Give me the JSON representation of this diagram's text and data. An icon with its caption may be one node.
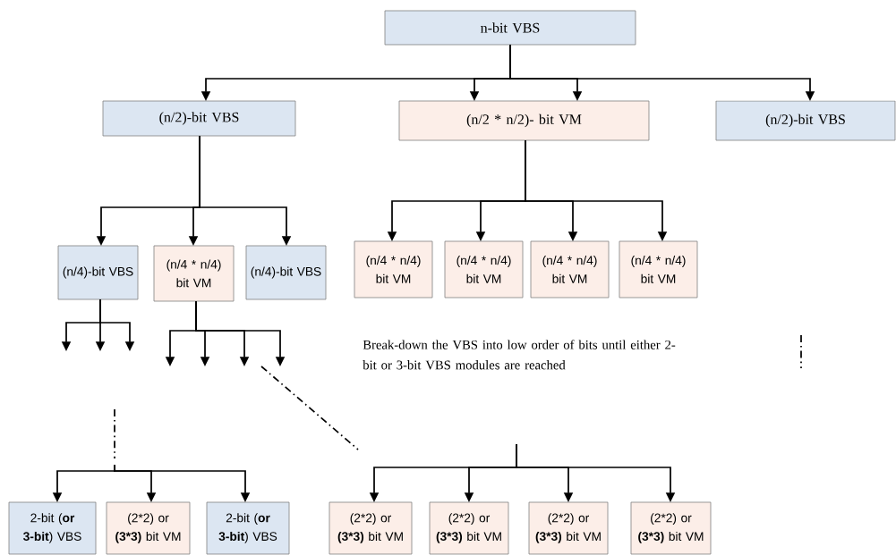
{
  "diagram": {
    "nodes": [
      {
        "text": [
          "n-bit VBS"
        ]
      },
      {
        "text": [
          "(n/2)-bit VBS"
        ]
      },
      {
        "text": [
          "(n/2 * n/2)- bit VM"
        ]
      },
      {
        "text": [
          "(n/2)-bit VBS"
        ]
      },
      {
        "text": [
          "(n/4)-bit VBS"
        ]
      },
      {
        "text": [
          "(n/4 * n/4) bit VM"
        ]
      },
      {
        "text": [
          "(n/4)-bit VBS"
        ]
      },
      {
        "text": [
          "(n/4 * n/4) bit VM"
        ]
      },
      {
        "text": [
          "(n/4 * n/4) bit VM"
        ]
      },
      {
        "text": [
          "(n/4 * n/4) bit VM"
        ]
      },
      {
        "text": [
          "(n/4 * n/4) bit VM"
        ]
      },
      {
        "text": [
          "2-bit (**or 3-bit**) VBS"
        ]
      },
      {
        "text": [
          "(2*2) or **(3*3)** bit VM"
        ]
      },
      {
        "text": [
          "2-bit (**or 3-bit**) VBS"
        ]
      },
      {
        "text": [
          "(2*2) or **(3*3)** bit VM"
        ]
      },
      {
        "text": [
          "(2*2) or **(3*3)** bit VM"
        ]
      },
      {
        "text": [
          "(2*2) or **(3*3)** bit VM"
        ]
      },
      {
        "text": [
          "(2*2) or **(3*3)** bit VM"
        ]
      }
    ],
    "edges": [
      {
        "from": 0,
        "to": 1,
        "arrow": "to"
      },
      {
        "from": 0,
        "to": 2,
        "arrow": "to"
      },
      {
        "from": 0,
        "to": 2,
        "arrow": "to"
      },
      {
        "from": 0,
        "to": 3,
        "arrow": "to"
      },
      {
        "from": 1,
        "to": 4,
        "arrow": "to"
      },
      {
        "from": 1,
        "to": 5,
        "arrow": "to"
      },
      {
        "from": 1,
        "to": 6,
        "arrow": "to"
      },
      {
        "from": 2,
        "to": 7,
        "arrow": "to"
      },
      {
        "from": 2,
        "to": 8,
        "arrow": "to"
      },
      {
        "from": 2,
        "to": 9,
        "arrow": "to"
      },
      {
        "from": 2,
        "to": 10,
        "arrow": "to"
      },
      {
        "from": 4,
        "to": null,
        "arrow": "to"
      },
      {
        "from": 4,
        "to": null,
        "arrow": "to"
      },
      {
        "from": 4,
        "to": null,
        "arrow": "to"
      },
      {
        "from": 5,
        "to": null,
        "arrow": "to"
      },
      {
        "from": 5,
        "to": null,
        "arrow": "to"
      },
      {
        "from": 5,
        "to": null,
        "arrow": "to"
      },
      {
        "from": 5,
        "to": null,
        "arrow": "to"
      },
      {
        "from": null,
        "to": 11,
        "arrow": "to"
      },
      {
        "from": null,
        "to": 12,
        "arrow": "to"
      },
      {
        "from": null,
        "to": 13,
        "arrow": "to"
      },
      {
        "from": null,
        "to": 14,
        "arrow": "to"
      },
      {
        "from": null,
        "to": 15,
        "arrow": "to"
      },
      {
        "from": null,
        "to": 16,
        "arrow": "to"
      },
      {
        "from": null,
        "to": 17,
        "arrow": "to"
      }
    ],
    "labels": [
      "Break-down the VBS into low order of bits until either 2-bit or 3-bit VBS modules are reached"
    ]
  }
}
